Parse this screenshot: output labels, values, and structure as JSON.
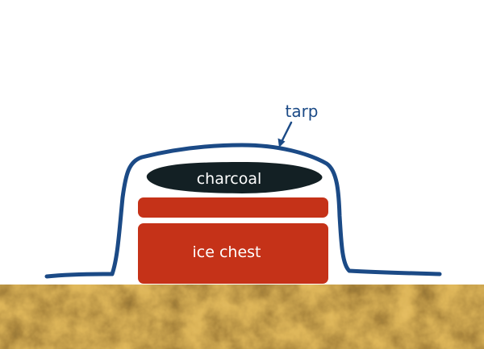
{
  "labels": {
    "tarp": "tarp",
    "charcoal": "charcoal",
    "ice_chest": "ice chest"
  },
  "colors": {
    "background": "#ffffff",
    "tarp": "#1b4a86",
    "charcoal": "#132024",
    "ice_chest": "#c53218",
    "ground_dark": "#3a2106",
    "ground_mid": "#8a520e",
    "ground_light": "#cf8722",
    "label_light": "#ffffff"
  }
}
